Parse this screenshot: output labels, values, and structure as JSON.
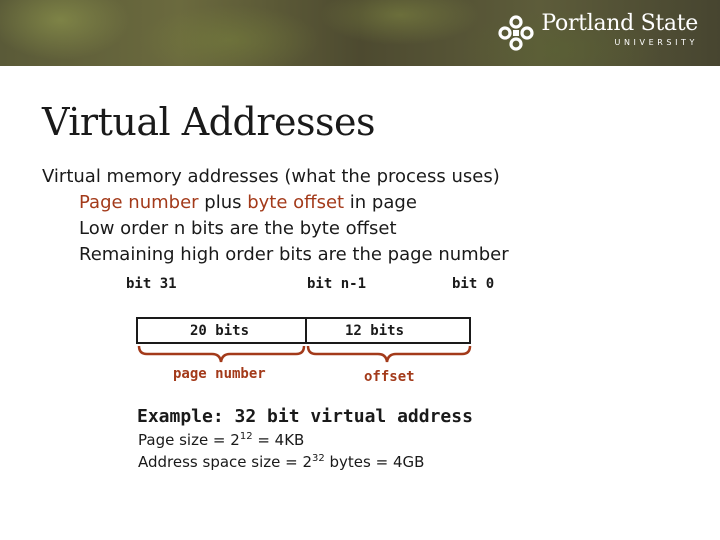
{
  "header": {
    "logo_name": "Portland State",
    "logo_sub": "UNIVERSITY"
  },
  "slide": {
    "title": "Virtual Addresses",
    "bullet_main": "Virtual memory addresses (what the process uses)",
    "sub1_part1": "Page number",
    "sub1_part2": " plus ",
    "sub1_part3": "byte offset",
    "sub1_part4": " in page",
    "sub2": "Low order n bits are the byte offset",
    "sub3": "Remaining high order bits are the page number"
  },
  "diagram": {
    "bit_high": "bit 31",
    "bit_mid": "bit n-1",
    "bit_low": "bit 0",
    "field_left": "20 bits",
    "field_right": "12 bits",
    "brace_left_label": "page number",
    "brace_right_label": "offset"
  },
  "example": {
    "title": "Example: 32 bit virtual address",
    "page_size_prefix": "Page size = 2",
    "page_size_exp": "12",
    "page_size_suffix": " = 4KB",
    "space_prefix": "Address space size = 2",
    "space_exp": "32",
    "space_suffix": " bytes = 4GB"
  },
  "colors": {
    "accent": "#a33a1a",
    "text": "#1a1a1a",
    "banner": "#5a5a38"
  }
}
